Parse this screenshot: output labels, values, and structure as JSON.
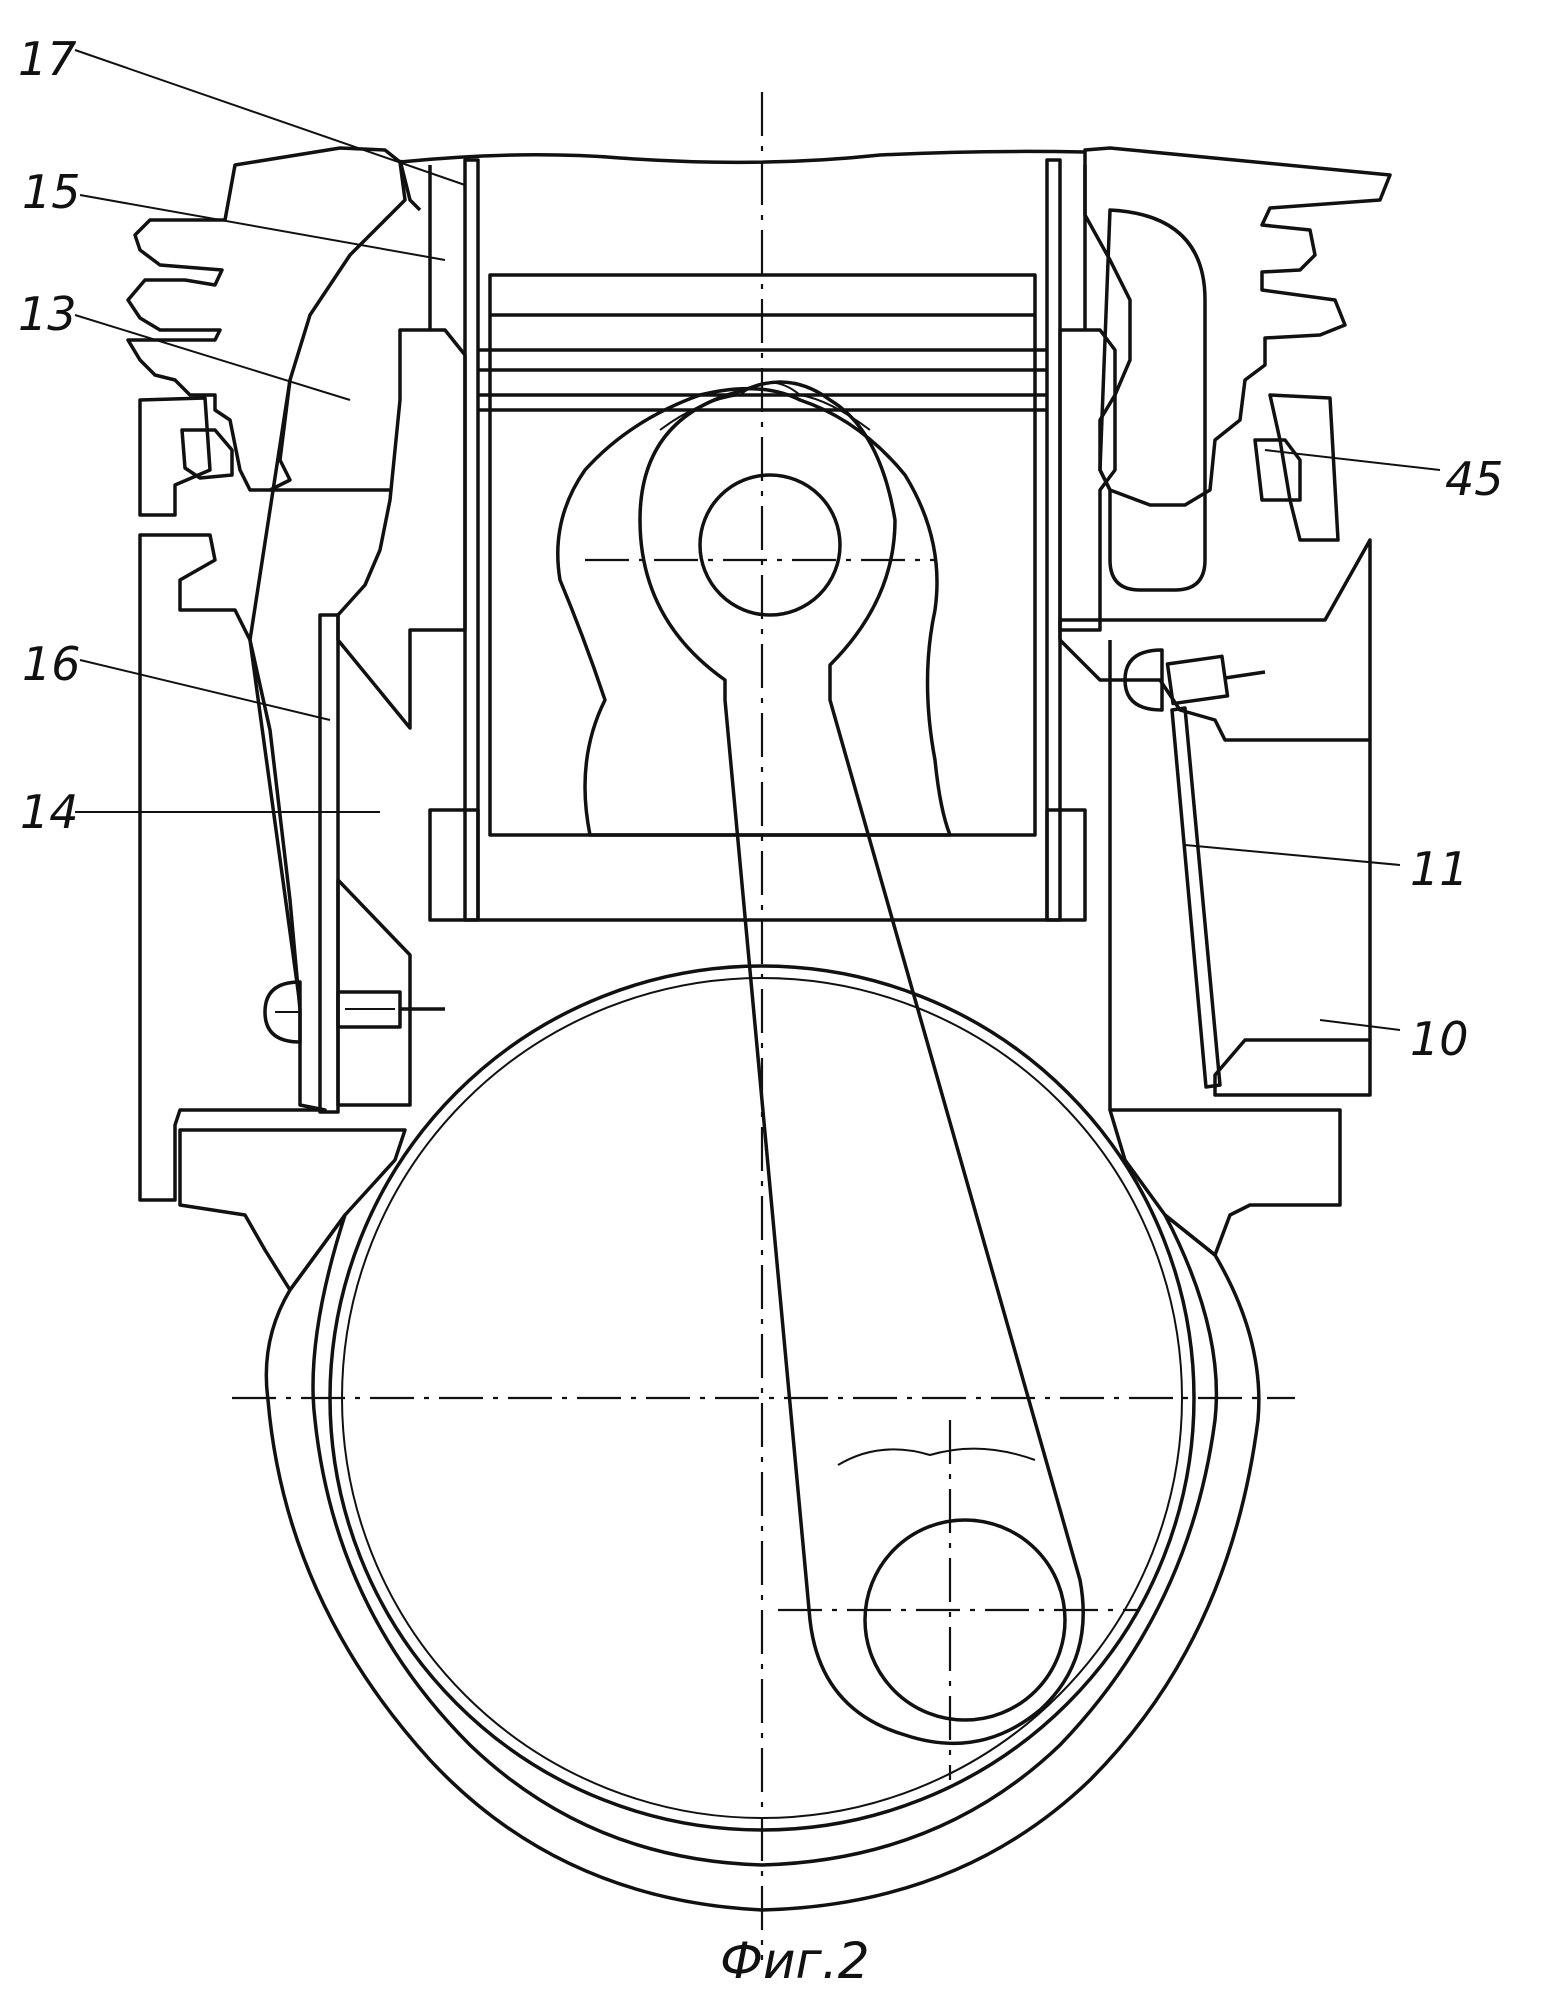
{
  "figure": {
    "caption": "Фиг.2",
    "labels": [
      {
        "id": "17",
        "text": "17"
      },
      {
        "id": "15",
        "text": "15"
      },
      {
        "id": "13",
        "text": "13"
      },
      {
        "id": "16",
        "text": "16"
      },
      {
        "id": "14",
        "text": "14"
      },
      {
        "id": "45",
        "text": "45"
      },
      {
        "id": "11",
        "text": "11"
      },
      {
        "id": "10",
        "text": "10"
      }
    ]
  }
}
